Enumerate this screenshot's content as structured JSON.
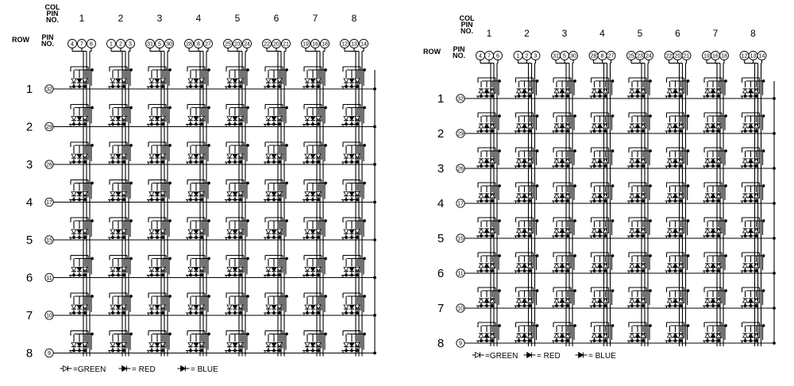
{
  "diagrams": [
    {
      "labels": {
        "col_pin": [
          "COL",
          "PIN",
          "NO."
        ],
        "row": "ROW",
        "row_pin": [
          "PIN",
          "NO."
        ]
      },
      "columns": [
        {
          "number": "1",
          "pins": [
            "4",
            "7",
            "6"
          ]
        },
        {
          "number": "2",
          "pins": [
            "1",
            "2",
            "3"
          ]
        },
        {
          "number": "3",
          "pins": [
            "31",
            "5",
            "30"
          ]
        },
        {
          "number": "4",
          "pins": [
            "28",
            "8",
            "27"
          ]
        },
        {
          "number": "5",
          "pins": [
            "25",
            "23",
            "24"
          ]
        },
        {
          "number": "6",
          "pins": [
            "22",
            "20",
            "21"
          ]
        },
        {
          "number": "7",
          "pins": [
            "19",
            "16",
            "18"
          ]
        },
        {
          "number": "8",
          "pins": [
            "12",
            "13",
            "14"
          ]
        }
      ],
      "rows": [
        {
          "number": "1",
          "pin": "32"
        },
        {
          "number": "2",
          "pin": "29"
        },
        {
          "number": "3",
          "pin": "26"
        },
        {
          "number": "4",
          "pin": "17"
        },
        {
          "number": "5",
          "pin": "15"
        },
        {
          "number": "6",
          "pin": "11"
        },
        {
          "number": "7",
          "pin": "10"
        },
        {
          "number": "8",
          "pin": "9"
        }
      ],
      "legend": [
        {
          "label": "=GREEN",
          "color": "green"
        },
        {
          "label": "= RED",
          "color": "red"
        },
        {
          "label": "= BLUE",
          "color": "blue"
        }
      ]
    },
    {
      "labels": {
        "col_pin": [
          "COL",
          "PIN",
          "NO."
        ],
        "row": "ROW",
        "row_pin": [
          "PIN",
          "NO."
        ]
      },
      "columns": [
        {
          "number": "1",
          "pins": [
            "4",
            "7",
            "6"
          ]
        },
        {
          "number": "2",
          "pins": [
            "1",
            "2",
            "3"
          ]
        },
        {
          "number": "3",
          "pins": [
            "31",
            "5",
            "30"
          ]
        },
        {
          "number": "4",
          "pins": [
            "28",
            "8",
            "27"
          ]
        },
        {
          "number": "5",
          "pins": [
            "25",
            "23",
            "24"
          ]
        },
        {
          "number": "6",
          "pins": [
            "22",
            "20",
            "21"
          ]
        },
        {
          "number": "7",
          "pins": [
            "19",
            "16",
            "18"
          ]
        },
        {
          "number": "8",
          "pins": [
            "12",
            "13",
            "14"
          ]
        }
      ],
      "rows": [
        {
          "number": "1",
          "pin": "32"
        },
        {
          "number": "2",
          "pin": "29"
        },
        {
          "number": "3",
          "pin": "26"
        },
        {
          "number": "4",
          "pin": "17"
        },
        {
          "number": "5",
          "pin": "15"
        },
        {
          "number": "6",
          "pin": "11"
        },
        {
          "number": "7",
          "pin": "10"
        },
        {
          "number": "8",
          "pin": "9"
        }
      ],
      "legend": [
        {
          "label": "=GREEN",
          "color": "green"
        },
        {
          "label": "= RED",
          "color": "red"
        },
        {
          "label": "= BLUE",
          "color": "blue"
        }
      ]
    }
  ]
}
